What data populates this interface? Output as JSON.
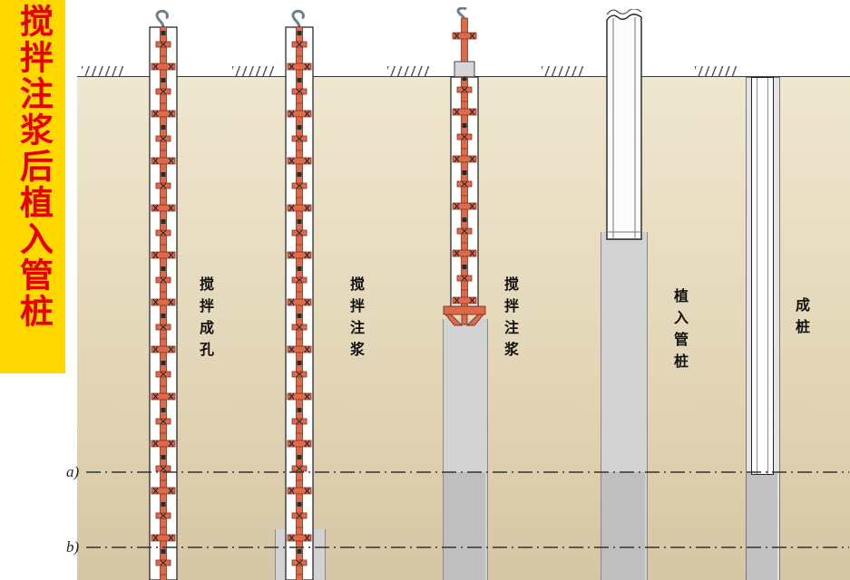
{
  "banner": {
    "title": "搅拌注浆后植入管桩"
  },
  "stages": [
    {
      "label": "搅拌成孔"
    },
    {
      "label": "搅拌注浆"
    },
    {
      "label": "搅拌注浆"
    },
    {
      "label": "植入管桩"
    },
    {
      "label": "成桩"
    }
  ],
  "depth_markers": [
    {
      "label": "a)"
    },
    {
      "label": "b)"
    }
  ],
  "colors": {
    "banner_bg": "#FFD800",
    "banner_text": "#E60000",
    "soil_top": "#F0E7D1",
    "soil_bottom": "#D5C6A4",
    "auger_red": "#DE6A4B",
    "auger_red_dark": "#7A3322",
    "grout_gray": "#D2D2D2",
    "grout_gray_dark": "#BFBFBF",
    "line_color": "#333333"
  }
}
